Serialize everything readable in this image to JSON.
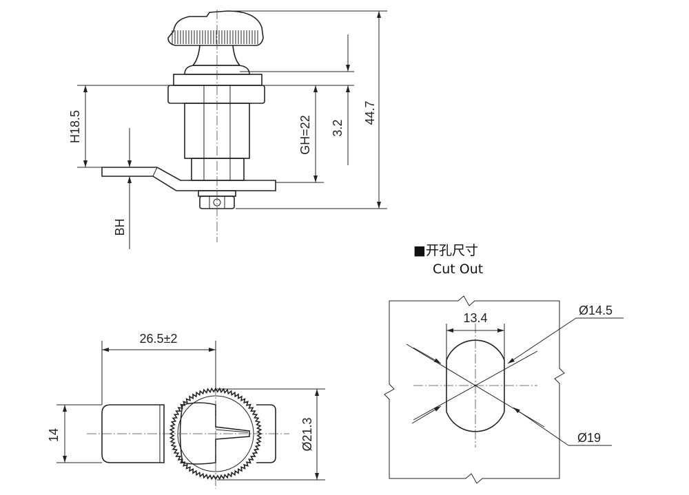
{
  "side_view": {
    "dims": {
      "h": "H18.5",
      "bh": "BH",
      "gh": "GH=22",
      "pitch": "3.2",
      "overall": "44.7"
    }
  },
  "front_view": {
    "dims": {
      "cam_length": "26.5±2",
      "cam_width": "14",
      "knob_dia": "Ø21.3"
    }
  },
  "cutout": {
    "title_cn": "■开孔尺寸",
    "title_en": "Cut Out",
    "dims": {
      "flat": "13.4",
      "small_dia": "Ø14.5",
      "large_dia": "Ø19"
    }
  }
}
